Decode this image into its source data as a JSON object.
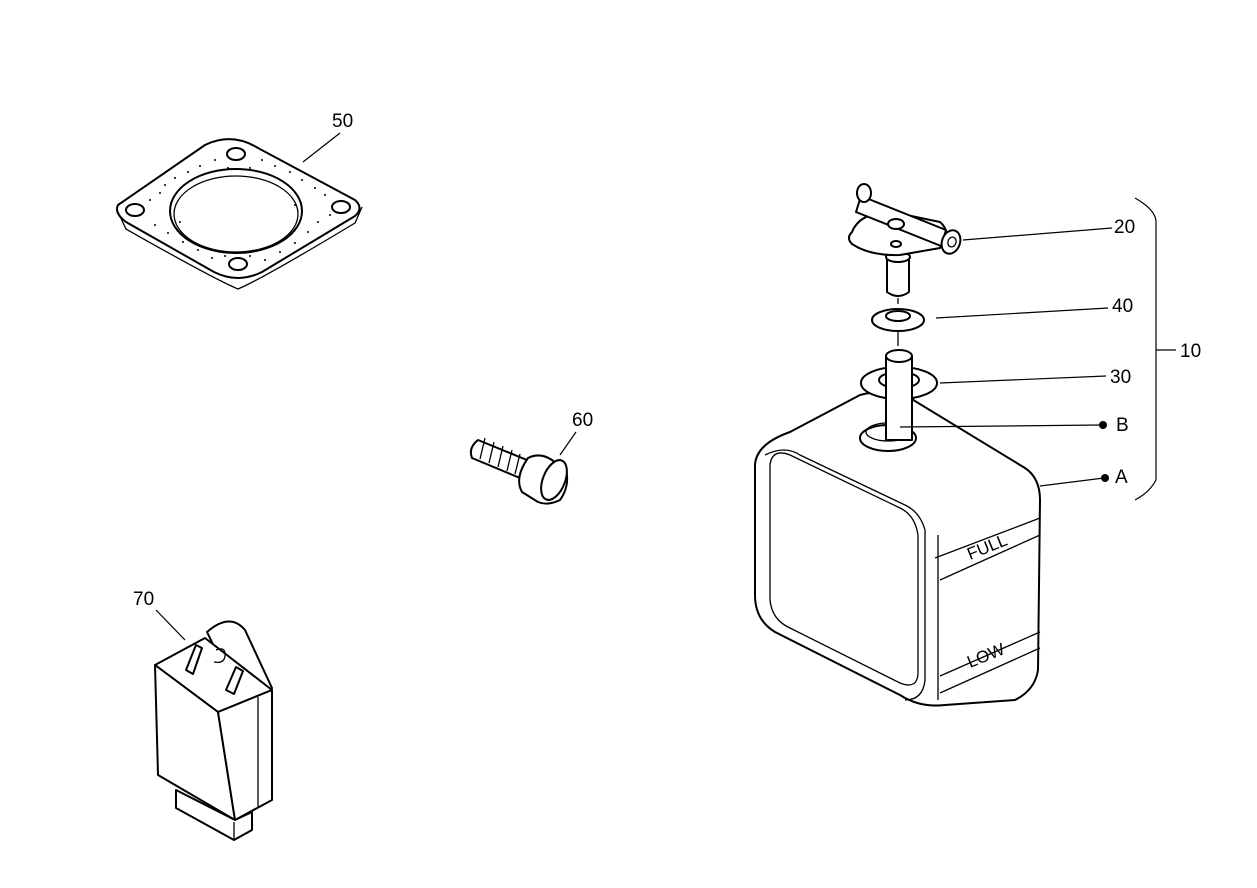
{
  "callouts": {
    "c10": "10",
    "c20": "20",
    "c30": "30",
    "c40": "40",
    "c50": "50",
    "c60": "60",
    "c70": "70",
    "ref_a": "A",
    "ref_b": "B"
  },
  "tank_markings": {
    "full": "FULL",
    "low": "LOW"
  },
  "colors": {
    "line": "#000000",
    "background": "#ffffff"
  }
}
